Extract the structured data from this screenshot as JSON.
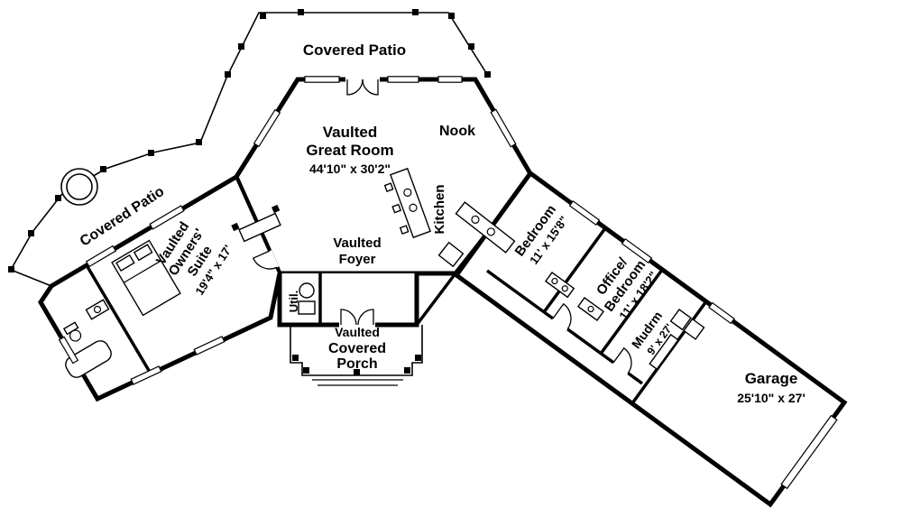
{
  "palette": {
    "ink": "#000000",
    "paper": "#ffffff"
  },
  "labels": {
    "patio_top": "Covered Patio",
    "patio_left": "Covered Patio",
    "great_room": {
      "l1": "Vaulted",
      "l2": "Great Room",
      "dims": "44'10\" x 30'2\""
    },
    "nook": "Nook",
    "kitchen": "Kitchen",
    "owners_suite": {
      "l1": "Vaulted",
      "l2": "Owners'",
      "l3": "Suite",
      "dims": "19'4\" x 17'"
    },
    "foyer": {
      "l1": "Vaulted",
      "l2": "Foyer"
    },
    "util": "Util.",
    "porch": {
      "l1": "Vaulted",
      "l2": "Covered",
      "l3": "Porch"
    },
    "bedroom": {
      "l1": "Bedroom",
      "dims": "11' x 15'8\""
    },
    "office_bedroom": {
      "l1": "Office/",
      "l2": "Bedroom",
      "dims": "11' x 18'2\""
    },
    "mudroom": {
      "l1": "Mudrm",
      "dims": "9' x 27'"
    },
    "garage": {
      "l1": "Garage",
      "dims": "25'10\" x 27'"
    }
  }
}
